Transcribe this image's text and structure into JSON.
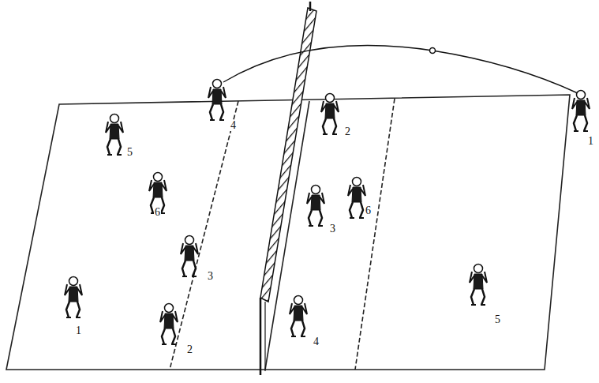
{
  "diagram": {
    "labels": [
      "5",
      "4",
      "6",
      "3",
      "1",
      "2",
      "2",
      "3",
      "6",
      "4",
      "5",
      "1"
    ]
  }
}
